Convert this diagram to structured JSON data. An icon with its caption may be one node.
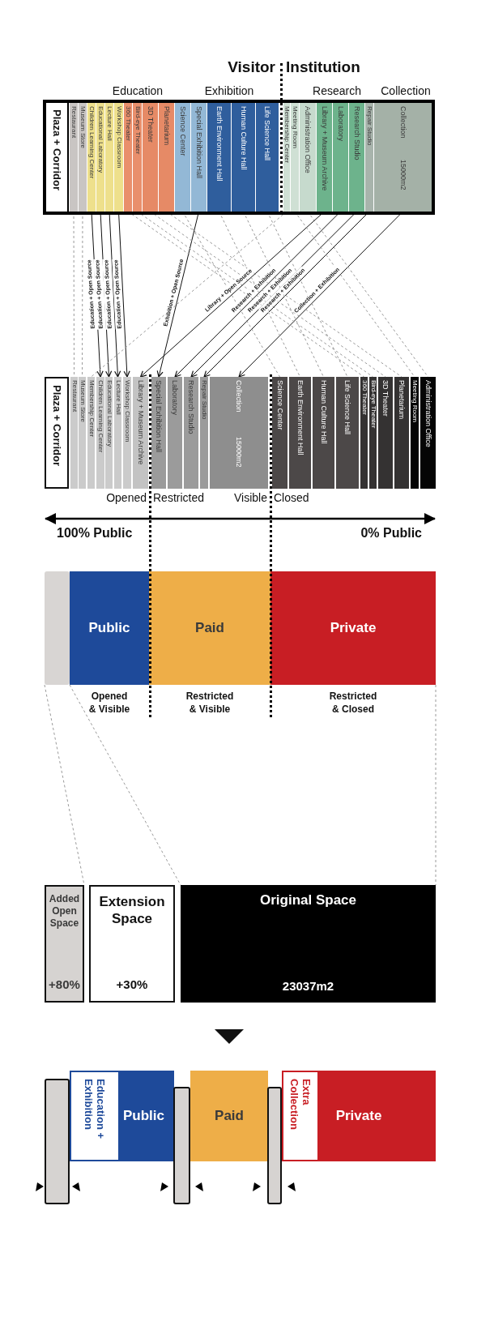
{
  "diagram": {
    "nodes": [
      {
        "text": [],
        "shape": "box"
      },
      {
        "text": [
          "Plaza + Corridor"
        ],
        "in": 0
      },
      {
        "text": [
          "Restaurant"
        ],
        "in": 0
      },
      {
        "text": [
          "Museum Store"
        ],
        "in": 0
      },
      {
        "text": [
          "Children Learning Center"
        ],
        "in": 0
      },
      {
        "text": [
          "Educational Laboratory"
        ],
        "in": 0
      },
      {
        "text": [
          "Lecture Hall"
        ],
        "in": 0
      },
      {
        "text": [
          "Workshop Classroom"
        ],
        "in": 0
      },
      {
        "text": [
          "360 Theater"
        ],
        "in": 0
      },
      {
        "text": [
          "Bird-eye Theater"
        ],
        "in": 0
      },
      {
        "text": [
          "3D Theater"
        ],
        "in": 0
      },
      {
        "text": [
          "Planetarium"
        ],
        "in": 0
      },
      {
        "text": [
          "Science Center"
        ],
        "in": 0
      },
      {
        "text": [
          "Special Exhibition Hall"
        ],
        "in": 0
      },
      {
        "text": [
          "Earth Environment Hall"
        ],
        "in": 0
      },
      {
        "text": [
          "Human Culture Hall"
        ],
        "in": 0
      },
      {
        "text": [
          "Life Science Hall"
        ],
        "in": 0
      },
      {
        "text": [
          "Membership Center"
        ],
        "in": 0
      },
      {
        "text": [
          "Meeting Room"
        ],
        "in": 0
      },
      {
        "text": [
          "Administration Office"
        ],
        "in": 0
      },
      {
        "text": [
          "Library + Museum Archive"
        ],
        "in": 0
      },
      {
        "text": [
          "Laboratory"
        ],
        "in": 0
      },
      {
        "text": [
          "Research Studio"
        ],
        "in": 0
      },
      {
        "text": [
          "Repair Studio"
        ],
        "in": 0
      },
      {
        "text": [
          "Collection",
          "15000m2"
        ],
        "in": 0
      },
      {
        "text": [
          "Plaza + Corridor"
        ]
      },
      {
        "text": [
          "Restaurant"
        ]
      },
      {
        "text": [
          "Museum Store"
        ]
      },
      {
        "text": [
          "Membership Center"
        ]
      },
      {
        "text": [
          "Children Learning Center"
        ]
      },
      {
        "text": [
          "Educational Laboratory"
        ]
      },
      {
        "text": [
          "Lecture Hall"
        ]
      },
      {
        "text": [
          "Workshop Classroom"
        ]
      },
      {
        "text": [
          "Library + Museum Archive"
        ]
      },
      {
        "text": [
          "Special Exhibition Hall"
        ]
      },
      {
        "text": [
          "Laboratory"
        ]
      },
      {
        "text": [
          "Research Studio"
        ]
      },
      {
        "text": [
          "Repair Studio"
        ]
      },
      {
        "text": [
          "Collection",
          "15000m2"
        ]
      },
      {
        "text": [
          "Science Center"
        ]
      },
      {
        "text": [
          "Earth Environment Hall"
        ]
      },
      {
        "text": [
          "Human Culture Hall"
        ]
      },
      {
        "text": [
          "Life Science Hall"
        ]
      },
      {
        "text": [
          "360 Theater"
        ]
      },
      {
        "text": [
          "Bird-eye Theater"
        ]
      },
      {
        "text": [
          "3D Theater"
        ]
      },
      {
        "text": [
          "Planetarium"
        ]
      },
      {
        "text": [
          "Meeting Room"
        ]
      },
      {
        "text": [
          "Administration Office"
        ]
      },
      {
        "text": [],
        "shape": "bar"
      },
      {
        "text": [
          "Public"
        ]
      },
      {
        "text": [
          "Paid"
        ]
      },
      {
        "text": [
          "Private"
        ]
      },
      {
        "text": [
          "Added Open Space",
          "+80%"
        ]
      },
      {
        "text": [
          "Extension Space",
          "+30%"
        ]
      },
      {
        "text": [
          "Original Space",
          "23037m2"
        ]
      },
      {
        "text": [],
        "shape": "bar"
      },
      {
        "text": [
          "Public"
        ]
      },
      {
        "text": [
          "Education + Exhibition"
        ],
        "in": 57
      },
      {
        "text": [],
        "shape": "bar"
      },
      {
        "text": [
          "Paid"
        ]
      },
      {
        "text": [],
        "shape": "bar"
      },
      {
        "text": [
          "Private"
        ]
      },
      {
        "text": [
          "Extra Collection"
        ],
        "in": 62
      }
    ],
    "edges": [
      {
        "from": 4,
        "to": 29,
        "arrow": "to",
        "label": "Education + Open Source",
        "color": "#111111"
      },
      {
        "from": 5,
        "to": 30,
        "arrow": "to",
        "label": "Education + Open Source",
        "color": "#111111"
      },
      {
        "from": 6,
        "to": 31,
        "arrow": "to",
        "label": "Education + Open Source",
        "color": "#111111"
      },
      {
        "from": 7,
        "to": 32,
        "arrow": "to",
        "label": "Education + Open Source",
        "color": "#111111"
      },
      {
        "from": 13,
        "to": 34,
        "arrow": "to",
        "label": "Exhibition + Open Source",
        "color": "#111111"
      },
      {
        "from": 20,
        "to": 33,
        "arrow": "to",
        "label": "Library + Open Source",
        "color": "#111111"
      },
      {
        "from": 21,
        "to": 35,
        "arrow": "to",
        "label": "Research + Exhibition",
        "color": "#111111"
      },
      {
        "from": 22,
        "to": 36,
        "arrow": "to",
        "label": "Research + Exhibition",
        "color": "#111111"
      },
      {
        "from": 23,
        "to": 37,
        "arrow": "to",
        "label": "Research + Exhibition",
        "color": "#111111"
      },
      {
        "from": 24,
        "to": 38,
        "arrow": "to",
        "label": "Collection + Exhibition",
        "color": "#111111"
      },
      {
        "from": 2,
        "to": 26,
        "arrow": "none",
        "style": "dashed",
        "color": "#9a9a9a"
      },
      {
        "from": 3,
        "to": 27,
        "arrow": "none",
        "style": "dashed",
        "color": "#9a9a9a"
      },
      {
        "from": 17,
        "to": 28,
        "arrow": "none",
        "style": "dashed",
        "color": "#9a9a9a"
      },
      {
        "from": 12,
        "to": 39,
        "arrow": "none",
        "style": "dashed",
        "color": "#9a9a9a"
      },
      {
        "from": 14,
        "to": 40,
        "arrow": "none",
        "style": "dashed",
        "color": "#9a9a9a"
      },
      {
        "from": 15,
        "to": 41,
        "arrow": "none",
        "style": "dashed",
        "color": "#9a9a9a"
      },
      {
        "from": 16,
        "to": 42,
        "arrow": "none",
        "style": "dashed",
        "color": "#9a9a9a"
      },
      {
        "from": 8,
        "to": 43,
        "arrow": "none",
        "style": "dashed",
        "color": "#9a9a9a"
      },
      {
        "from": 9,
        "to": 44,
        "arrow": "none",
        "style": "dashed",
        "color": "#9a9a9a"
      },
      {
        "from": 10,
        "to": 45,
        "arrow": "none",
        "style": "dashed",
        "color": "#9a9a9a"
      },
      {
        "from": 11,
        "to": 46,
        "arrow": "none",
        "style": "dashed",
        "color": "#9a9a9a"
      },
      {
        "from": 18,
        "to": 47,
        "arrow": "none",
        "style": "dashed",
        "color": "#9a9a9a"
      },
      {
        "from": 19,
        "to": 48,
        "arrow": "none",
        "style": "dashed",
        "color": "#9a9a9a"
      },
      {
        "from": 49,
        "to": 53,
        "arrow": "none",
        "style": "dashed",
        "color": "#9a9a9a"
      },
      {
        "from": 49,
        "to": 55,
        "arrow": "none",
        "style": "dashed",
        "color": "#9a9a9a"
      },
      {
        "from": 52,
        "to": 55,
        "arrow": "none",
        "style": "dashed",
        "color": "#9a9a9a"
      },
      {
        "from": 55,
        "to": 60,
        "arrow": "to",
        "color": "#111111"
      }
    ],
    "labels": [
      "Visitor",
      "Institution",
      "Education",
      "Exhibition",
      "Research",
      "Collection",
      "Opened",
      "Restricted",
      "Visible",
      "Closed",
      "100% Public",
      "0% Public",
      "Opened & Visible",
      "Restricted & Visible",
      "Restricted & Closed"
    ]
  }
}
